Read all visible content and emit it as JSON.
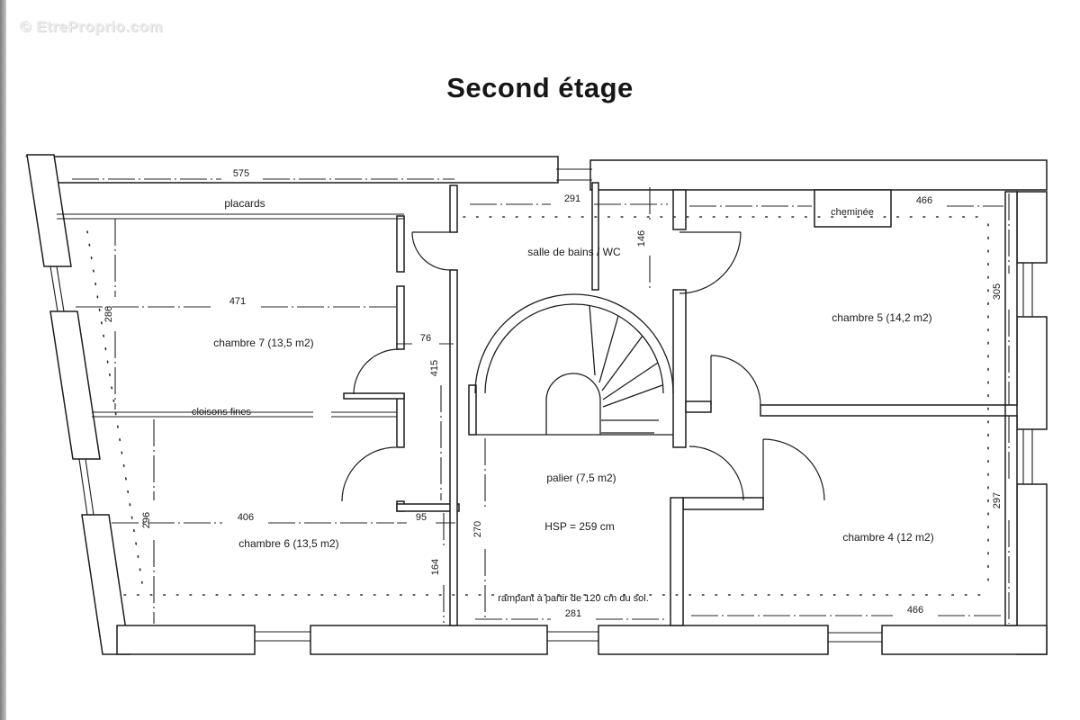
{
  "watermark": "© EtreProprio.com",
  "title": "Second étage",
  "rooms": {
    "placards": "placards",
    "chambre7": "chambre 7 (13,5 m2)",
    "salle_de_bains": "salle de bains / WC",
    "chambre5": "chambre 5 (14,2 m2)",
    "cheminee": "cheminée",
    "chambre6": "chambre 6 (13,5 m2)",
    "palier": "palier (7,5 m2)",
    "chambre4": "chambre 4 (12 m2)"
  },
  "annotations": {
    "cloisons_fines": "cloisons fines",
    "hsp": "HSP = 259 cm",
    "rampant": "rampant à partir de 120 cm du sol."
  },
  "dims": {
    "d575": "575",
    "d291": "291",
    "d466_top": "466",
    "d146": "146",
    "d286": "286",
    "d471": "471",
    "d305": "305",
    "d76": "76",
    "d415": "415",
    "d406": "406",
    "d95": "95",
    "d164": "164",
    "d296": "296",
    "d270": "270",
    "d297": "297",
    "d281": "281",
    "d466_bottom": "466"
  },
  "colors": {
    "line": "#1c1c1c",
    "watermark": "#ececec",
    "scan_edge": "#8c8c8c"
  }
}
